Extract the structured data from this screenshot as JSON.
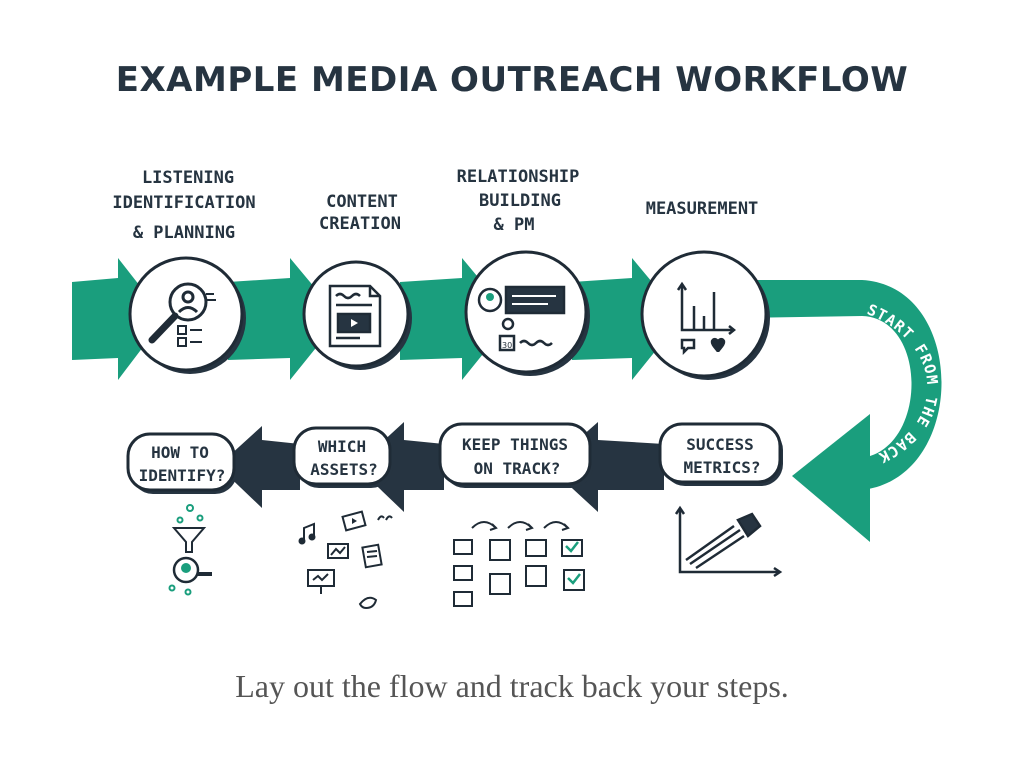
{
  "title": "EXAMPLE MEDIA OUTREACH WORKFLOW",
  "caption": "Lay out the flow and track back your steps.",
  "colors": {
    "teal": "#1a9e7d",
    "navy": "#263441",
    "outline": "#1f2b36",
    "text": "#263441",
    "caption": "#555555"
  },
  "top_steps": [
    {
      "lines": [
        "LISTENING",
        "IDENTIFICATION",
        "& PLANNING"
      ],
      "icon": "magnifier-profile-icon"
    },
    {
      "lines": [
        "CONTENT",
        "CREATION"
      ],
      "icon": "document-video-icon"
    },
    {
      "lines": [
        "RELATIONSHIP",
        "BUILDING",
        "& PM"
      ],
      "icon": "contact-calendar-icon"
    },
    {
      "lines": [
        "MEASUREMENT"
      ],
      "icon": "bar-chart-icon"
    }
  ],
  "turn_label": "START FROM THE BACK",
  "back_questions": [
    {
      "lines": [
        "SUCCESS",
        "METRICS?"
      ],
      "icon": "rocket-graph-icon"
    },
    {
      "lines": [
        "KEEP THINGS",
        "ON TRACK?"
      ],
      "icon": "task-board-icon"
    },
    {
      "lines": [
        "WHICH",
        "ASSETS?"
      ],
      "icon": "media-assets-icon"
    },
    {
      "lines": [
        "HOW TO",
        "IDENTIFY?"
      ],
      "icon": "funnel-search-icon"
    }
  ]
}
